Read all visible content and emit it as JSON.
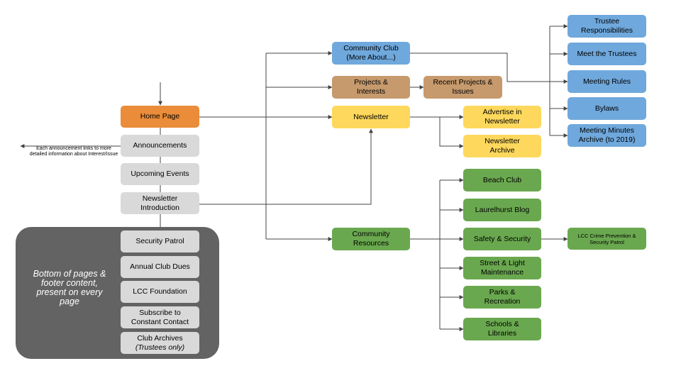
{
  "nodes": {
    "home": "Home Page",
    "announcements": "Announcements",
    "upcoming_events": "Upcoming Events",
    "newsletter_intro_1": "Newsletter",
    "newsletter_intro_2": "Introduction",
    "security_patrol": "Security Patrol",
    "annual_dues": "Annual Club Dues",
    "lcc_foundation": "LCC Foundation",
    "subscribe_1": "Subscribe to",
    "subscribe_2": "Constant Contact",
    "archives_1": "Club Archives",
    "archives_2": "(Trustees only)",
    "community_club_1": "Community Club",
    "community_club_2": "(More About...)",
    "projects_1": "Projects &",
    "projects_2": "Interests",
    "recent_projects_1": "Recent Projects &",
    "recent_projects_2": "Issues",
    "newsletter": "Newsletter",
    "advertise_1": "Advertise in",
    "advertise_2": "Newsletter",
    "newsletter_archive_1": "Newsletter",
    "newsletter_archive_2": "Archive",
    "trustee_resp_1": "Trustee",
    "trustee_resp_2": "Responsibilities",
    "meet_trustees": "Meet the Trustees",
    "meeting_rules": "Meeting Rules",
    "bylaws": "Bylaws",
    "minutes_1": "Meeting Minutes",
    "minutes_2": "Archive (to 2019)",
    "community_resources_1": "Community",
    "community_resources_2": "Resources",
    "beach_club": "Beach Club",
    "laurelhurst_blog": "Laurelhurst Blog",
    "safety_security": "Safety & Security",
    "crime_prevention_1": "LCC Crime Prevention &",
    "crime_prevention_2": "Security Patrol",
    "street_light_1": "Street & Light",
    "street_light_2": "Maintenance",
    "parks_1": "Parks &",
    "parks_2": "Recreation",
    "schools_1": "Schools &",
    "schools_2": "Libraries"
  },
  "notes": {
    "announcement_1": "Each announcement links to",
    "announcement_2": "more detailed information",
    "announcement_3": "about Interest/Issue",
    "footer_1": "Bottom of pages &",
    "footer_2": "footer content,",
    "footer_3": "present on every",
    "footer_4": "page"
  },
  "colors": {
    "home": "#ea8c39",
    "grey": "#d9d9d9",
    "blue": "#6fa8dc",
    "brown": "#c69a6d",
    "yellow": "#fdd85c",
    "green": "#6aa84f",
    "footer_panel": "#636363"
  }
}
